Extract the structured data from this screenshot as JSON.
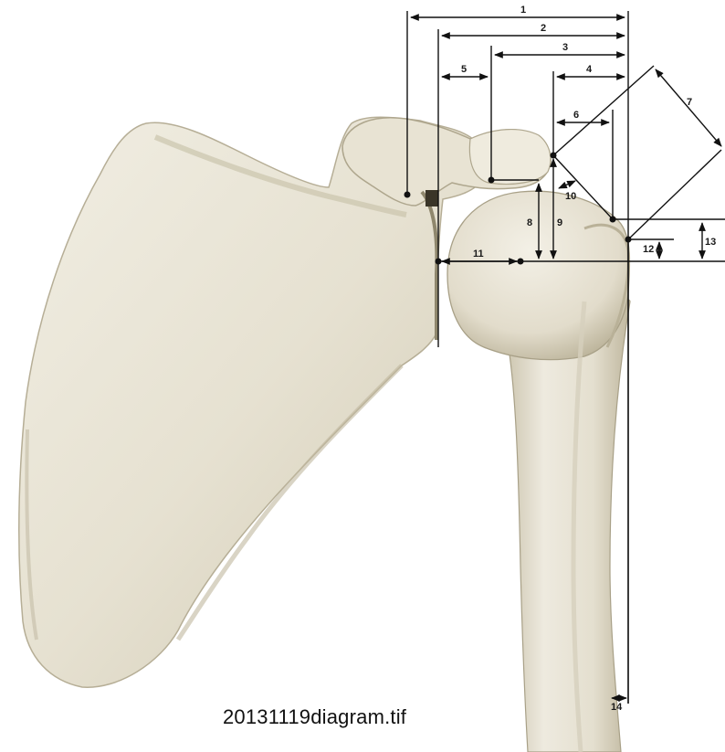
{
  "caption": "20131119diagram.tif",
  "measurements": [
    "1",
    "2",
    "3",
    "4",
    "5",
    "6",
    "7",
    "8",
    "9",
    "10",
    "11",
    "12",
    "13",
    "14"
  ],
  "colors": {
    "bone_light": "#ece8da",
    "bone_mid": "#d9d3c0",
    "bone_shadow": "#a9a18a",
    "line": "#111111",
    "background": "#ffffff"
  }
}
